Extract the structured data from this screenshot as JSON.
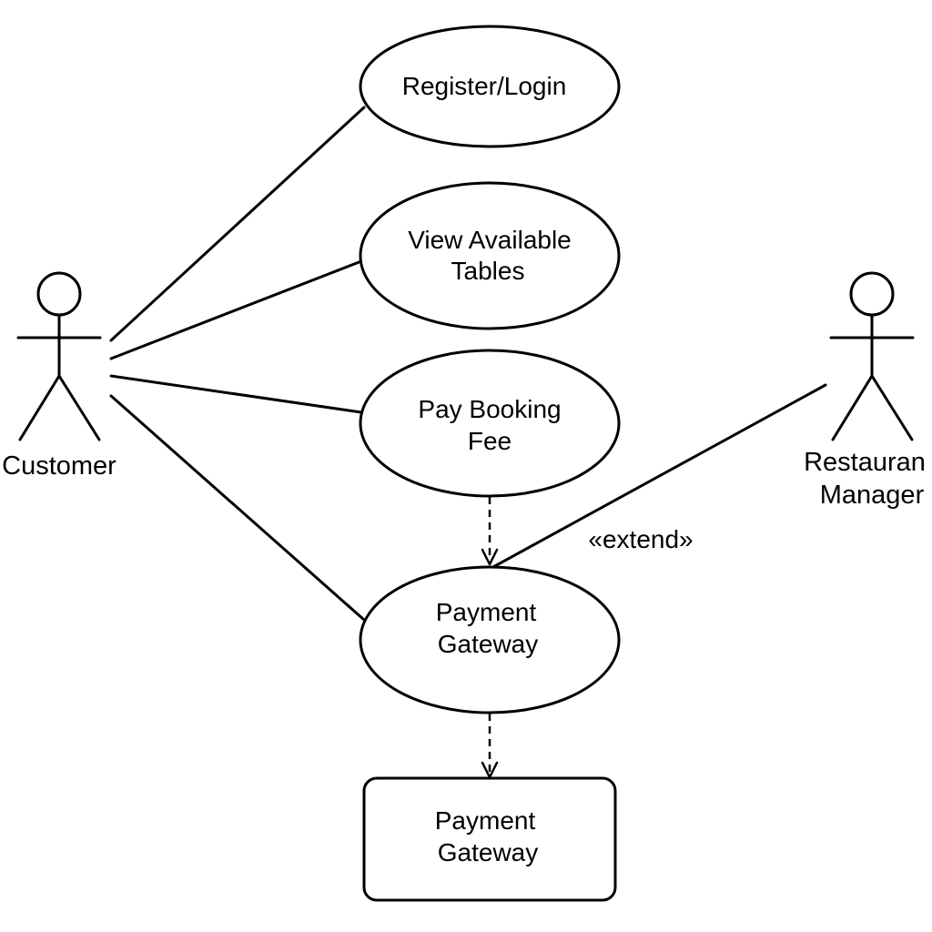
{
  "colors": {
    "line": "#000000",
    "fill": "#ffffff",
    "text": "#000000"
  },
  "actors": [
    {
      "id": "customer",
      "label": "Customer"
    },
    {
      "id": "restaurant-manager",
      "label_lines": [
        "Restauran",
        "Manager"
      ]
    }
  ],
  "use_cases": [
    {
      "id": "register-login",
      "lines": [
        "Register/Login"
      ]
    },
    {
      "id": "view-available-tables",
      "lines": [
        "View Available",
        "Tables"
      ]
    },
    {
      "id": "pay-booking-fee",
      "lines": [
        "Pay Booking",
        "Fee"
      ]
    },
    {
      "id": "payment-gateway",
      "lines": [
        "Payment",
        "Gateway"
      ]
    }
  ],
  "external_system": {
    "id": "payment-gateway-system",
    "lines": [
      "Payment",
      "Gateway"
    ]
  },
  "stereotype": "«extend»",
  "relationships": [
    {
      "from": "customer",
      "to": "register-login",
      "kind": "association"
    },
    {
      "from": "customer",
      "to": "view-available-tables",
      "kind": "association"
    },
    {
      "from": "customer",
      "to": "pay-booking-fee",
      "kind": "association"
    },
    {
      "from": "customer",
      "to": "payment-gateway",
      "kind": "association"
    },
    {
      "from": "restaurant-manager",
      "to": "payment-gateway",
      "kind": "association"
    },
    {
      "from": "pay-booking-fee",
      "to": "payment-gateway",
      "kind": "dependency"
    },
    {
      "from": "payment-gateway",
      "to": "payment-gateway-system",
      "kind": "dependency"
    }
  ]
}
